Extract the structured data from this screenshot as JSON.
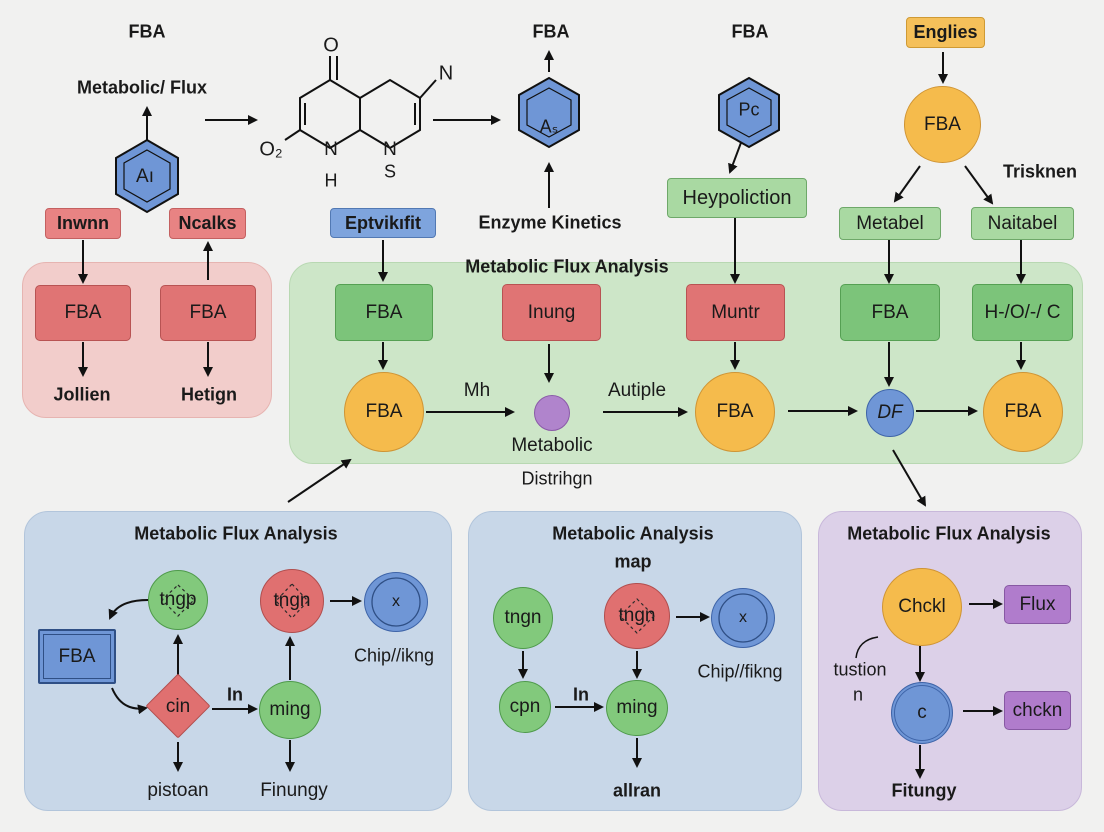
{
  "top": {
    "fba_left": "FBA",
    "metabolic_flux": "Metabolic/ Flux",
    "benzene_left": "Aı",
    "mol_o": "O",
    "mol_n_right": "N",
    "mol_o2": "O₂",
    "mol_n1": "N",
    "mol_n2": "N",
    "mol_h": "H",
    "mol_s": "S",
    "fba_mid": "FBA",
    "benzene_mid": "Aₛ",
    "enzyme_kinetics": "Enzyme Kinetics",
    "fba_right": "FBA",
    "benzene_right": "Pᴄ",
    "heypoliction": "Heypoliction",
    "englies": "Englies",
    "fba_circle_top": "FBA",
    "trisknen": "Trisknen",
    "metabel": "Metabel",
    "naitabel": "Naitabel"
  },
  "red_panel": {
    "tag_left": "Inwnn",
    "tag_right": "Ncalks",
    "box_left": "FBA",
    "box_right": "FBA",
    "label_left": "Jollien",
    "label_right": "Hetign"
  },
  "green_panel": {
    "title": "Metabolic Flux Analysis",
    "tag": "Eptvikıfit",
    "boxes": [
      "FBA",
      "Inung",
      "Muntr",
      "FBA",
      "H-/O/-/ C"
    ],
    "circle1": "FBA",
    "mh": "Mh",
    "metabolic": "Metabolic",
    "distrihgn": "Distrihgn",
    "autiple": "Autiple",
    "circle3": "FBA",
    "df": "DF",
    "circle5": "FBA"
  },
  "blue_panel_1": {
    "title": "Metabolic Flux Analysis",
    "fba_box": "FBA",
    "tngp": "tngp",
    "tngn": "tngn",
    "x": "x",
    "chip": "Chip//ikng",
    "cin": "cin",
    "in": "In",
    "ming": "ming",
    "pistoan": "pistoan",
    "finungy": "Finungy"
  },
  "blue_panel_2": {
    "title": "Metabolic Analysis",
    "subtitle": "map",
    "tngn_green": "tngn",
    "tngn_red": "tngn",
    "x": "x",
    "chip": "Chip//fikng",
    "cpn": "cpn",
    "in": "In",
    "ming": "ming",
    "allran": "allran"
  },
  "purple_panel": {
    "title": "Metabolic Flux Analysis",
    "chckl": "Chckl",
    "flux": "Flux",
    "tustion": "tustion",
    "n": "n",
    "c": "c",
    "chckn": "chckn",
    "fitungy": "Fitungy"
  }
}
